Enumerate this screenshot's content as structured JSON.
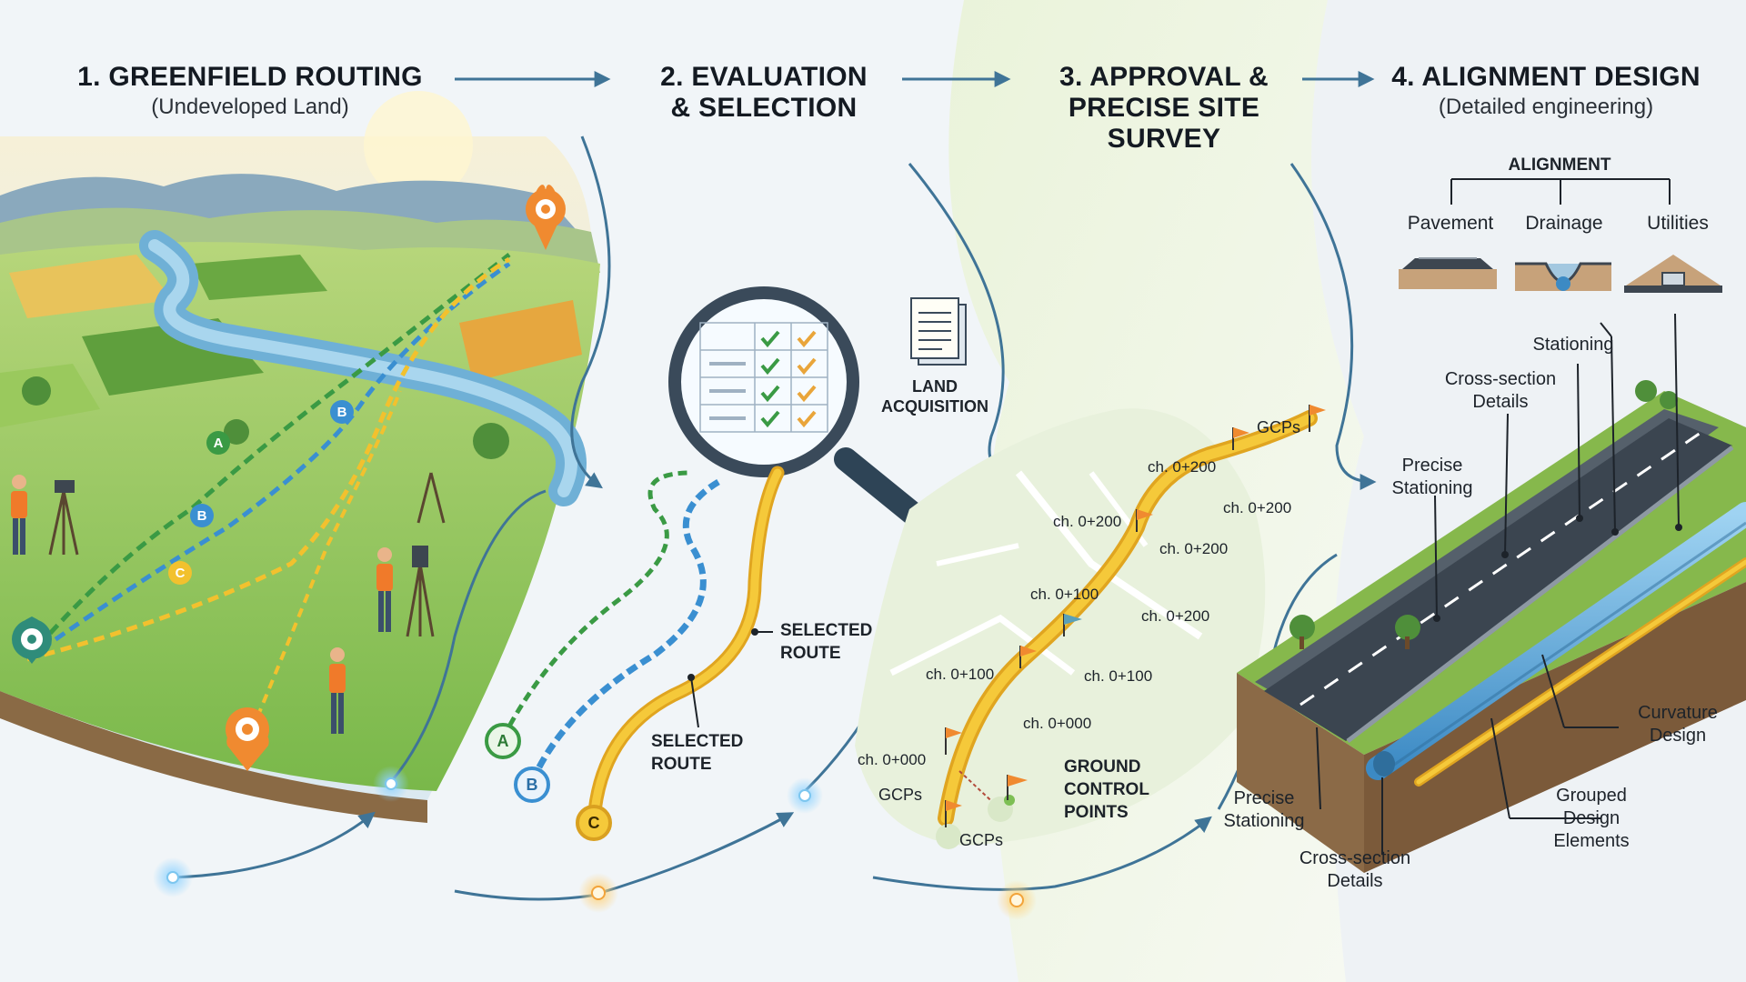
{
  "steps": [
    {
      "title": "1. GREENFIELD ROUTING",
      "subtitle": "(Undeveloped Land)"
    },
    {
      "title_line1": "2. EVALUATION",
      "title_line2": "& SELECTION"
    },
    {
      "title_line1": "3. APPROVAL &",
      "title_line2": "PRECISE SITE SURVEY"
    },
    {
      "title": "4. ALIGNMENT DESIGN",
      "subtitle": "(Detailed engineering)"
    }
  ],
  "routing": {
    "markers": [
      "A",
      "B",
      "C"
    ]
  },
  "evaluation": {
    "land_acquisition_line1": "LAND",
    "land_acquisition_line2": "ACQUISITION",
    "selected_route_line1": "SELECTED",
    "selected_route_line2": "ROUTE",
    "markers": [
      "A",
      "B",
      "C"
    ]
  },
  "survey": {
    "gcps": "GCPs",
    "ground_control_line1": "GROUND",
    "ground_control_line2": "CONTROL",
    "ground_control_line3": "POINTS",
    "chainage": {
      "c000": "ch. 0+000",
      "c100": "ch. 0+100",
      "c200": "ch. 0+200"
    }
  },
  "design": {
    "alignment_header": "ALIGNMENT",
    "pavement": "Pavement",
    "drainage": "Drainage",
    "utilities": "Utilities",
    "stationing": "Stationing",
    "cross_section_line1": "Cross-section",
    "cross_section_line2": "Details",
    "precise_stationing_line1": "Precise",
    "precise_stationing_line2": "Stationing",
    "curvature_line1": "Curvature",
    "curvature_line2": "Design",
    "grouped_line1": "Grouped",
    "grouped_line2": "Design",
    "grouped_line3": "Elements"
  },
  "colors": {
    "route_a": "#3a9a44",
    "route_b": "#3a8fd1",
    "route_c": "#f2c12e",
    "arrow": "#3f7497",
    "grass": "#8cc35a",
    "pin_orange": "#f08a30"
  }
}
